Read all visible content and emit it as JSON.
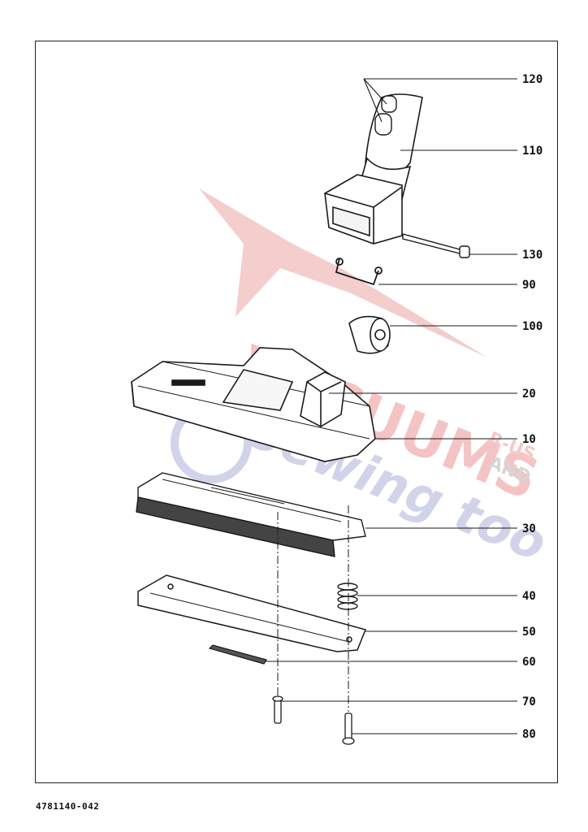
{
  "colors": {
    "ink": "#1a1a1a",
    "watermark_red": "#f2c4c4",
    "watermark_blue": "#c9cde6"
  },
  "callouts": [
    {
      "id": "120",
      "label": "120"
    },
    {
      "id": "110",
      "label": "110"
    },
    {
      "id": "130",
      "label": "130"
    },
    {
      "id": "90",
      "label": "90"
    },
    {
      "id": "100",
      "label": "100"
    },
    {
      "id": "20",
      "label": "20"
    },
    {
      "id": "10",
      "label": "10"
    },
    {
      "id": "30",
      "label": "30"
    },
    {
      "id": "40",
      "label": "40"
    },
    {
      "id": "50",
      "label": "50"
    },
    {
      "id": "60",
      "label": "60"
    },
    {
      "id": "70",
      "label": "70"
    },
    {
      "id": "80",
      "label": "80"
    }
  ],
  "watermark": {
    "line1": "VACUUMS",
    "line2": "Sewing too",
    "tag1": "R-US",
    "tag2": "AND"
  },
  "footer": {
    "doc_number": "4781140-042"
  }
}
